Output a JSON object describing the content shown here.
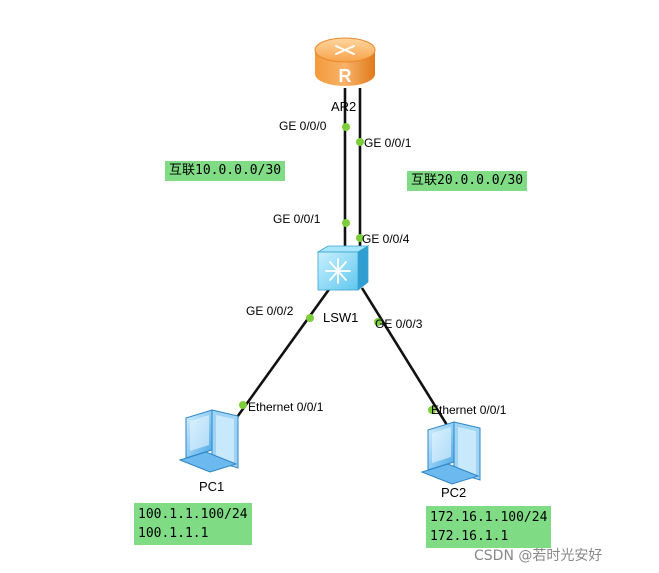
{
  "devices": {
    "router": "AR2",
    "switch": "LSW1",
    "pc1": "PC1",
    "pc2": "PC2"
  },
  "ports": {
    "ar2_ge000": "GE 0/0/0",
    "ar2_ge001": "GE 0/0/1",
    "lsw_ge001": "GE 0/0/1",
    "lsw_ge004": "GE 0/0/4",
    "lsw_ge002": "GE 0/0/2",
    "lsw_ge003": "GE 0/0/3",
    "pc1_eth": "Ethernet 0/0/1",
    "pc2_eth": "Ethernet 0/0/1"
  },
  "notes": {
    "link1": "互联10.0.0.0/30",
    "link2": "互联20.0.0.0/30",
    "pc1_ip": "100.1.1.100/24",
    "pc1_gw": "100.1.1.1",
    "pc2_ip": "172.16.1.100/24",
    "pc2_gw": "172.16.1.1"
  },
  "router_icon_letter": "R",
  "watermark": "CSDN @若时光安好",
  "colors": {
    "router_orange": "#f08a24",
    "switch_blue": "#5fc7ee",
    "pc_blue": "#4aa8e8",
    "port_dot": "#7ccf3a",
    "note_bg": "#7fdc84"
  },
  "icons": [
    "router-icon",
    "switch-icon",
    "pc-icon"
  ]
}
